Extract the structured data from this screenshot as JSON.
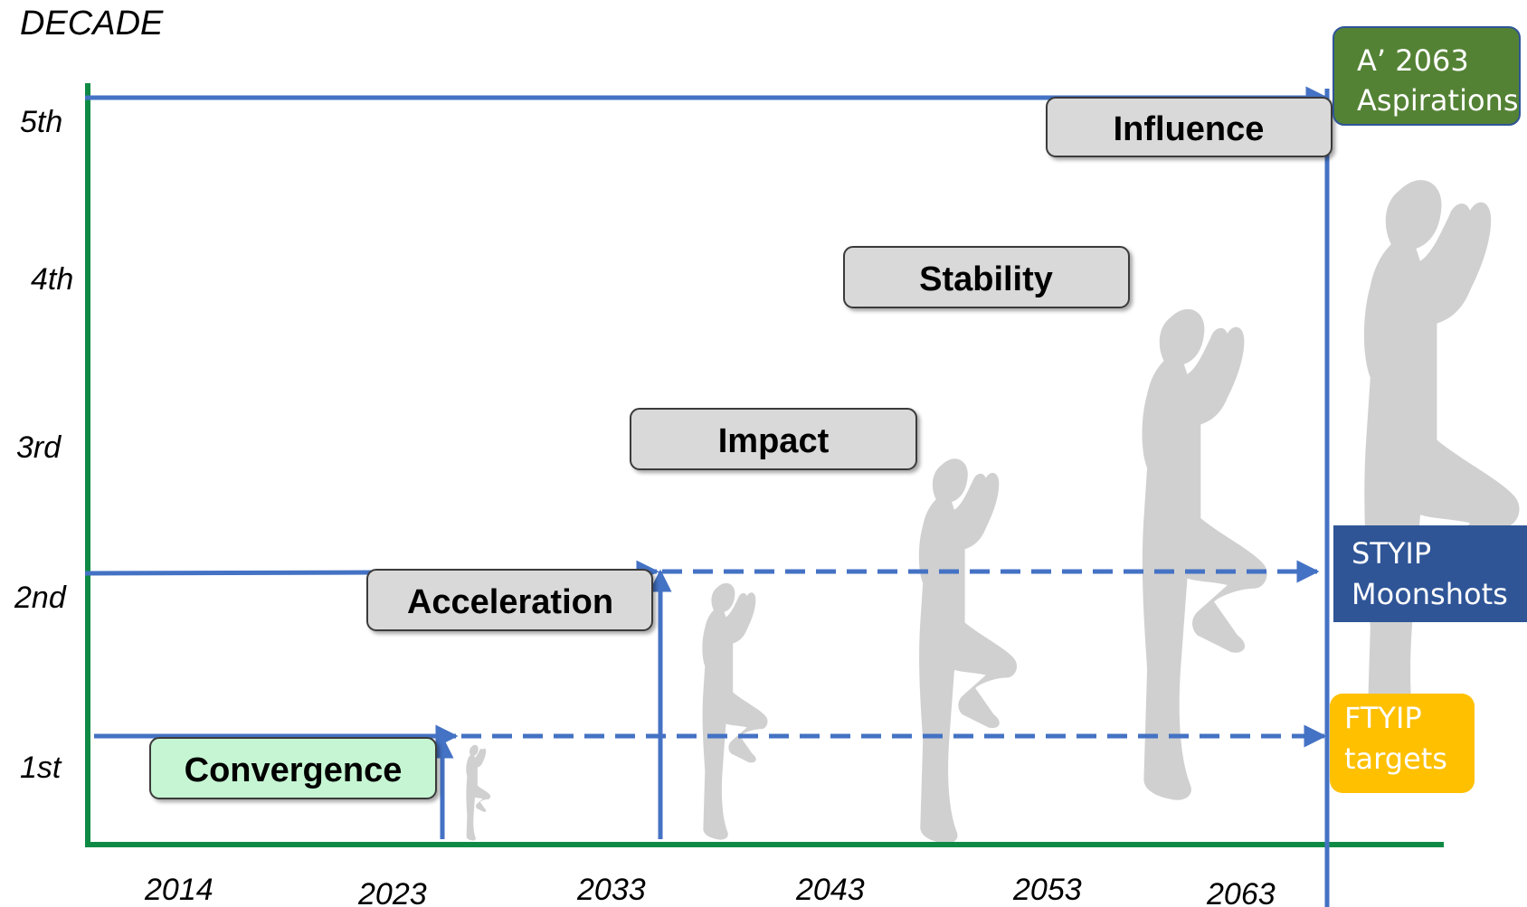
{
  "y_axis_title": "DECADE",
  "decades": [
    "5th",
    "4th",
    "3rd",
    "2nd",
    "1st"
  ],
  "years": [
    "2014",
    "2023",
    "2033",
    "2043",
    "2053",
    "2063"
  ],
  "phases": {
    "influence": "Influence",
    "stability": "Stability",
    "impact": "Impact",
    "acceleration": "Acceleration",
    "convergence": "Convergence"
  },
  "goals": {
    "aspirations": {
      "line1": "A’ 2063",
      "line2": "Aspirations,"
    },
    "moonshots": {
      "line1": "STYIP",
      "line2": "Moonshots"
    },
    "targets": {
      "line1": "FTYIP",
      "line2": "targets"
    }
  },
  "colors": {
    "axis": "#0f8a45",
    "arrow": "#4472c4",
    "phase_box": "#d9d9d9",
    "convergence_box": "#c6f5d3",
    "aspirations_box": "#548235",
    "moonshots_box": "#2f5597",
    "targets_box": "#ffc000",
    "silhouette": "#d0d0d0"
  }
}
